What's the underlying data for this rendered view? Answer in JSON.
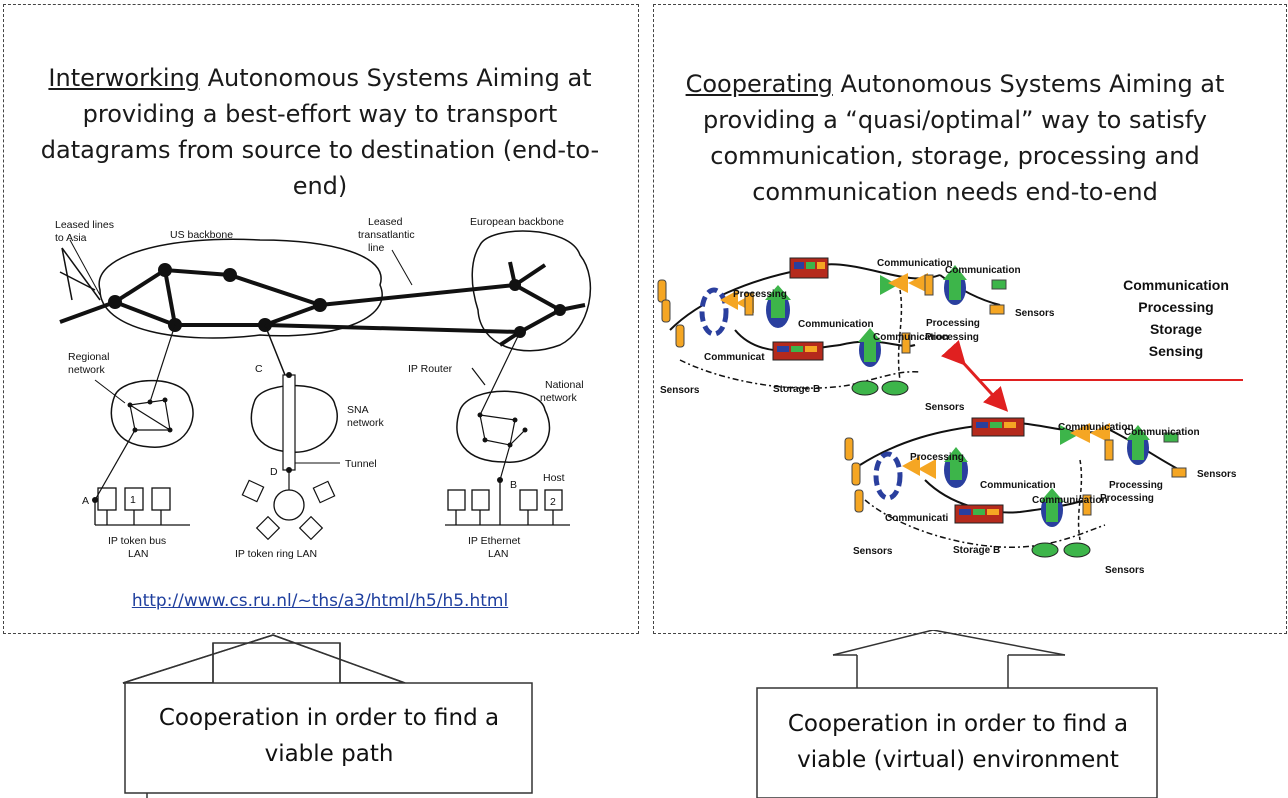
{
  "left_panel": {
    "title_underlined": "Interworking",
    "title_line1_rest": " Autonomous Systems Aiming at",
    "title_line2": "providing a best-effort way to transport",
    "title_line3": "datagrams from source to destination (end-to-",
    "title_line4": "end)",
    "url": "http://www.cs.ru.nl/~ths/a3/html/h5/h5.html",
    "labels": {
      "leased_asia": [
        "Leased lines",
        "to Asia"
      ],
      "us_backbone": "US backbone",
      "leased_transatlantic": [
        "Leased",
        "transatlantic",
        "line"
      ],
      "european_backbone": "European backbone",
      "regional": [
        "Regional",
        "network"
      ],
      "c": "C",
      "sna": [
        "SNA",
        "network"
      ],
      "ip_router": "IP Router",
      "national": [
        "National",
        "network"
      ],
      "tunnel": "Tunnel",
      "d": "D",
      "a": "A",
      "b": "B",
      "host1": "Host",
      "box1": "1",
      "box2": "2",
      "token_bus": [
        "IP token bus",
        "LAN"
      ],
      "token_ring": "IP token ring LAN",
      "ethernet": [
        "IP Ethernet",
        "LAN"
      ]
    }
  },
  "right_panel": {
    "title_underlined": "Cooperating",
    "title_line1_rest": " Autonomous Systems Aiming at",
    "title_line2": "providing a “quasi/optimal” way to satisfy",
    "title_line3": "communication, storage, processing and",
    "title_line4": "communication needs end-to-end",
    "side_labels": [
      "Communication",
      "Processing",
      "Storage",
      "Sensing"
    ],
    "upper_cluster": {
      "communication_a": "Communication",
      "communication_b": "Communication",
      "processing": "Processing",
      "communication_c": "Communication",
      "processing_b": "Processing",
      "processing_c": "Processing",
      "communication_d": "Communication",
      "communication_e": "Communicat",
      "sensors_right": "Sensors",
      "sensors_left": "Sensors",
      "storage": "Storage B",
      "sensors_bottom": "Sensors"
    },
    "lower_cluster": {
      "communication_a": "Communication",
      "communication_b": "Communication",
      "processing": "Processing",
      "communication_c": "Communication",
      "processing_b": "Processing",
      "processing_c": "Processing",
      "communication_d": "Communication",
      "communication_e": "Communicati",
      "sensors_right": "Sensors",
      "sensors_left": "Sensors",
      "storage": "Storage B",
      "sensors_bottom": "Sensors"
    }
  },
  "callouts": {
    "left_line1": "Cooperation in order to find a",
    "left_line2": "viable path",
    "right_line1": "Cooperation in order to find a",
    "right_line2": "viable (virtual) environment"
  },
  "colors": {
    "link": "#1f3f9e",
    "red_arrow": "#e02020",
    "orange": "#f5a623",
    "green": "#3db54a",
    "blue": "#2a3f9e",
    "server_red": "#b52a1c"
  }
}
